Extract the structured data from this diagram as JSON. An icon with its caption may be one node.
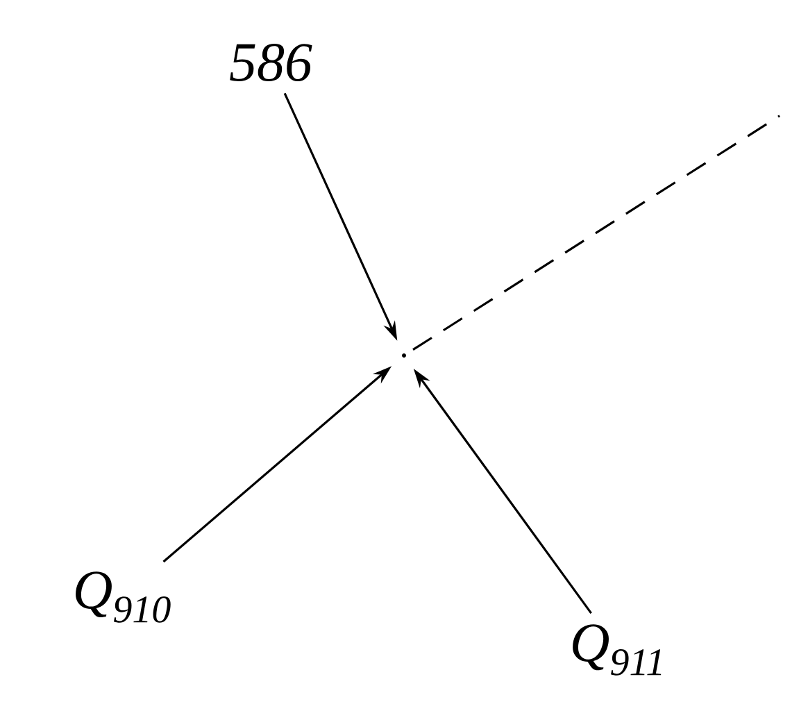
{
  "diagram": {
    "nodes": [
      {
        "text": [
          "586"
        ]
      },
      {
        "text": [
          "Q$_{910}$"
        ]
      },
      {
        "text": [
          "Q$_{911}$"
        ]
      },
      {
        "text": [],
        "shape": "circle"
      }
    ],
    "edges": [
      {
        "from": 0,
        "to": 3,
        "arrow": "to"
      },
      {
        "from": 1,
        "to": 3,
        "arrow": "to"
      },
      {
        "from": 2,
        "to": 3,
        "arrow": "to"
      },
      {
        "from": 3,
        "to": null,
        "arrow": "none",
        "style": "dashed"
      }
    ]
  }
}
